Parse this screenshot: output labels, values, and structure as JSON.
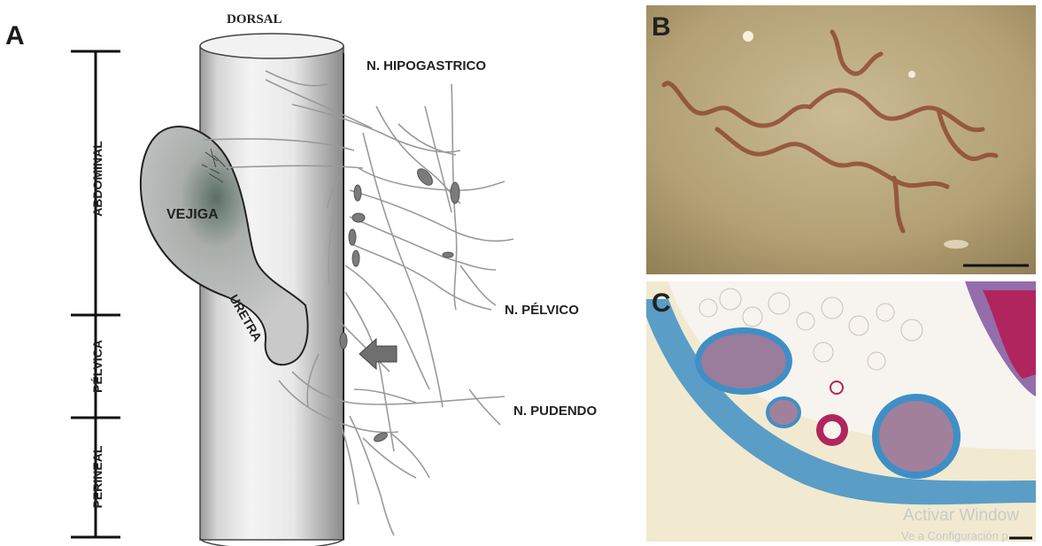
{
  "panels": {
    "a": "A",
    "b": "B",
    "c": "C"
  },
  "diagram": {
    "top_label": "DORSAL",
    "regions": [
      "ABDOMINAL",
      "PÉLVICA",
      "PERINEAL"
    ],
    "organs": {
      "bladder": "VEJIGA",
      "urethra": "URETRA"
    },
    "nerves": {
      "hypogastric": "N. HIPOGASTRICO",
      "pelvic": "N. PÉLVICO",
      "pudendal": "N. PUDENDO"
    }
  },
  "watermark": {
    "line1": "Activar Window",
    "line2": "Ve a Configuración p"
  },
  "colors": {
    "photo_b_bg": "#b9a67c",
    "photo_c_bg": "#f1ead0",
    "tissue_blue": "#3f8fc6",
    "tissue_magenta": "#b0255d"
  }
}
